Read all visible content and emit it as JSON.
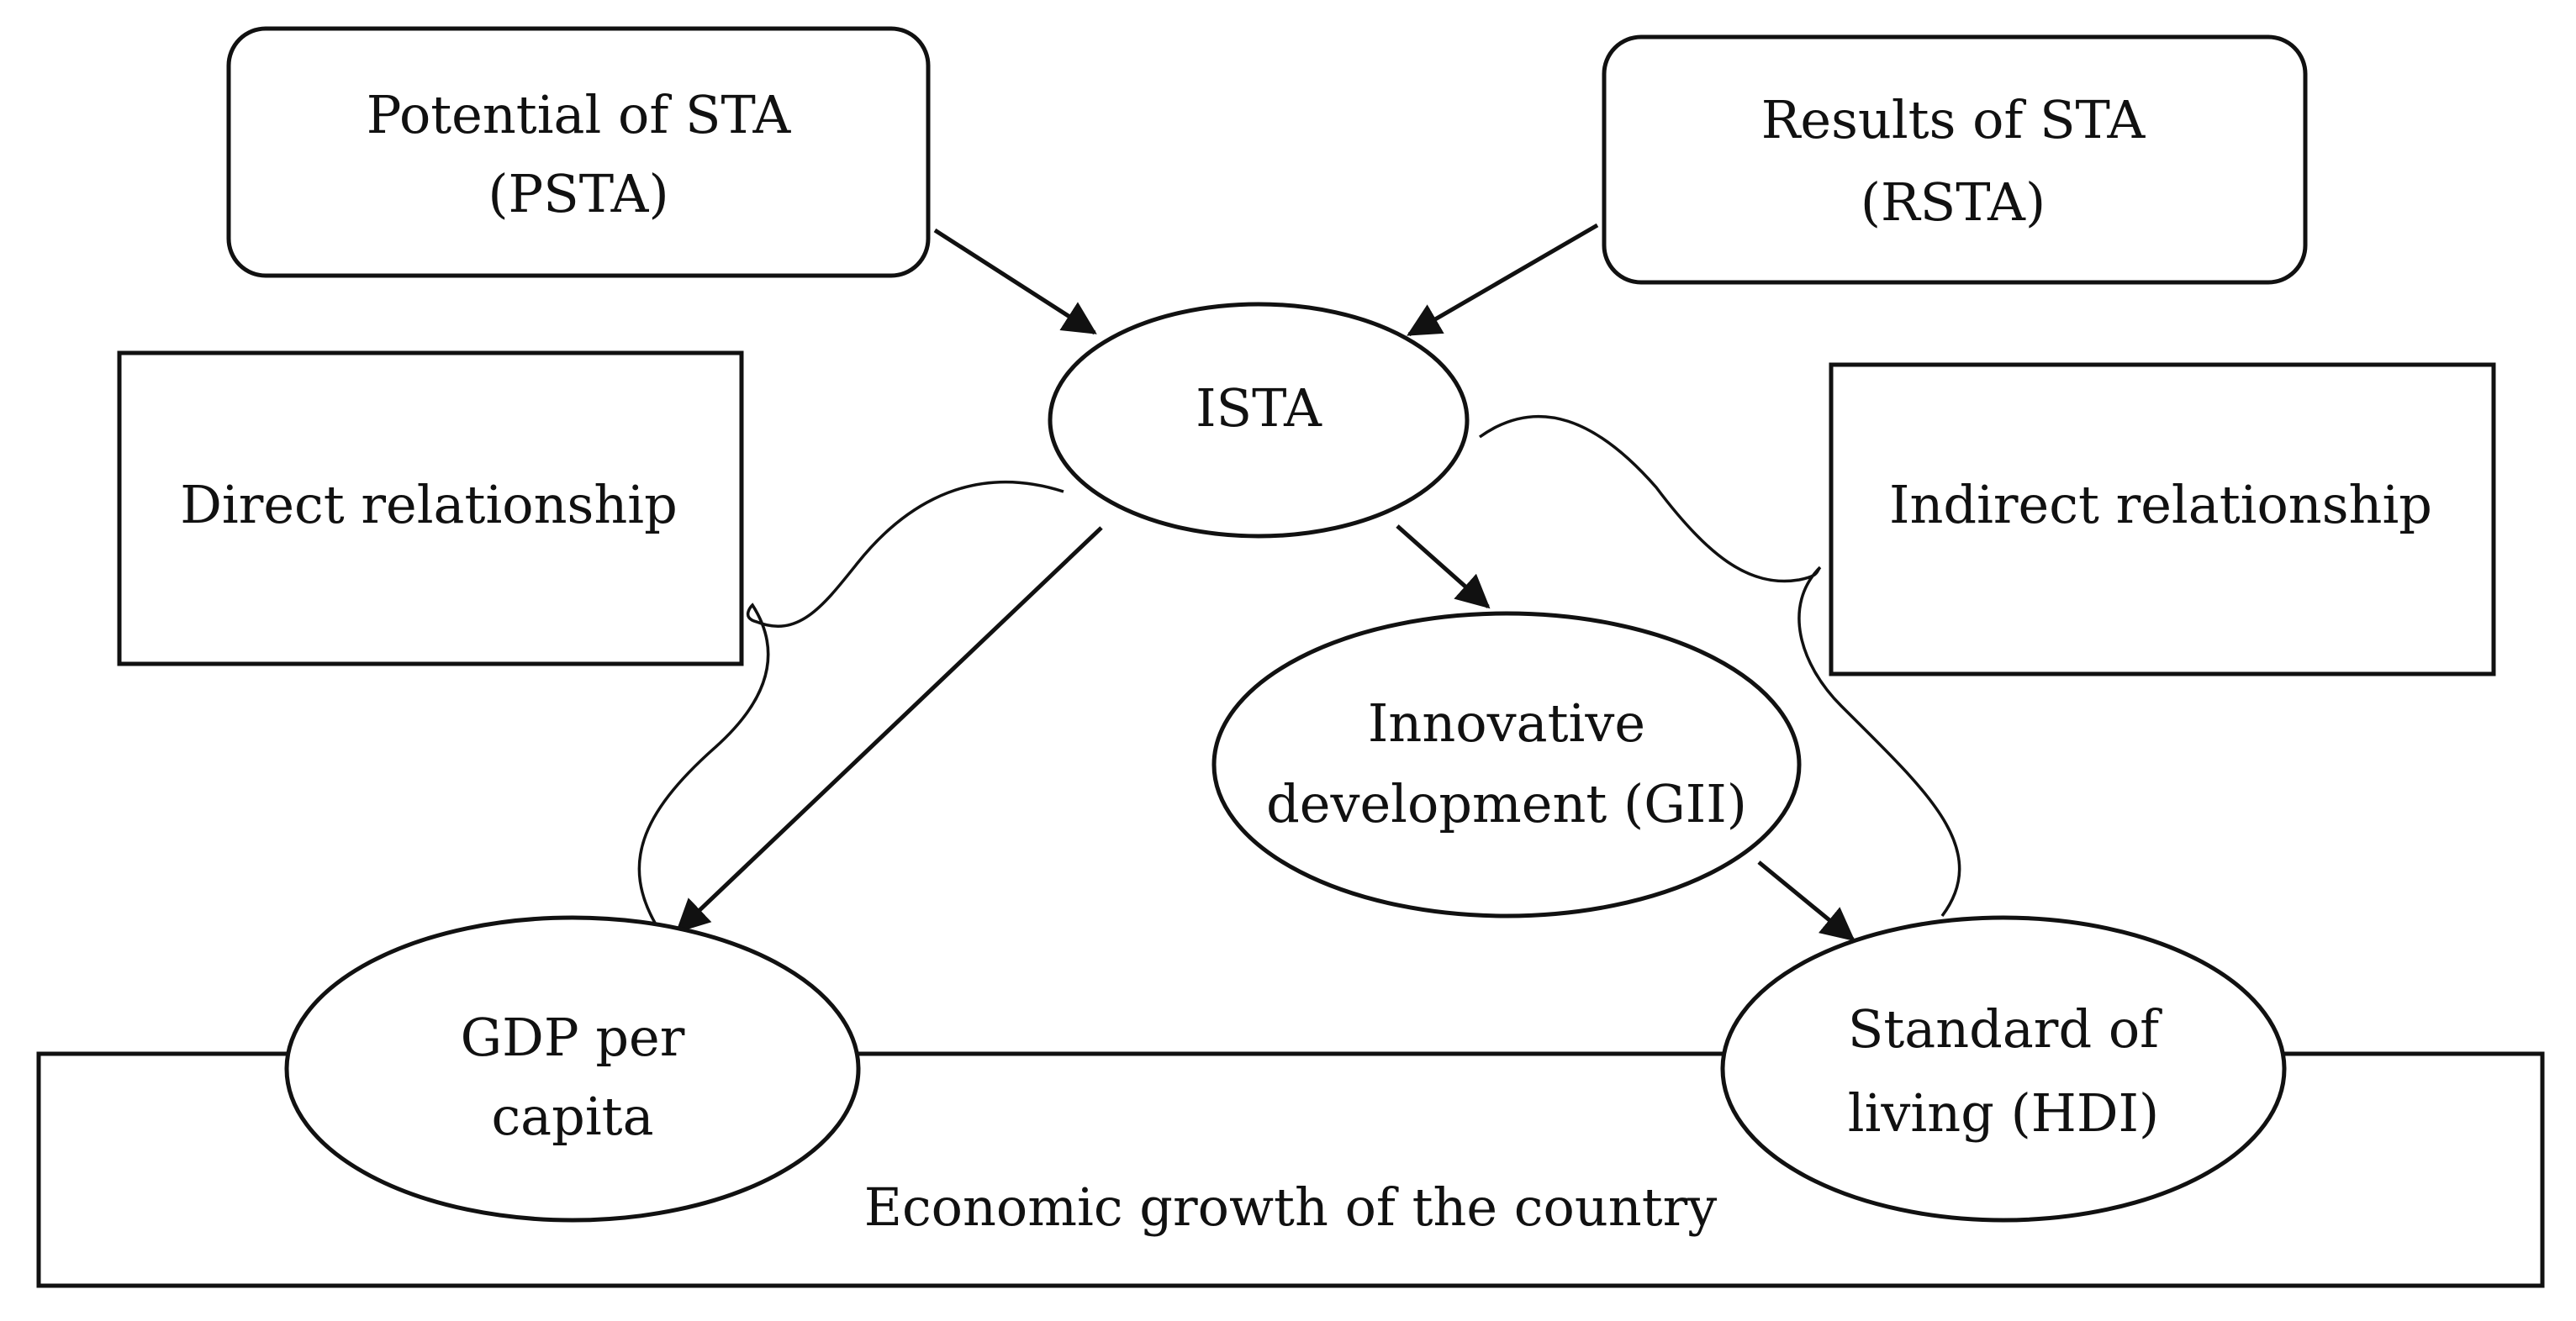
{
  "nodes": {
    "psta": {
      "line1": "Potential of STA",
      "line2": "(PSTA)"
    },
    "rsta": {
      "line1": "Results of STA",
      "line2": "(RSTA)"
    },
    "ista": {
      "label": "ISTA"
    },
    "direct": {
      "label": "Direct relationship"
    },
    "indirect": {
      "label": "Indirect relationship"
    },
    "gii": {
      "line1": "Innovative",
      "line2": "development (GII)"
    },
    "gdp": {
      "line1": "GDP per",
      "line2": "capita"
    },
    "hdi": {
      "line1": "Standard of",
      "line2": "living (HDI)"
    },
    "growth": {
      "label": "Economic growth of the country"
    }
  },
  "edges": [
    {
      "from": "PSTA",
      "to": "ISTA"
    },
    {
      "from": "RSTA",
      "to": "ISTA"
    },
    {
      "from": "ISTA",
      "to": "GII"
    },
    {
      "from": "ISTA",
      "to": "GDP per capita"
    },
    {
      "from": "GII",
      "to": "HDI"
    }
  ]
}
